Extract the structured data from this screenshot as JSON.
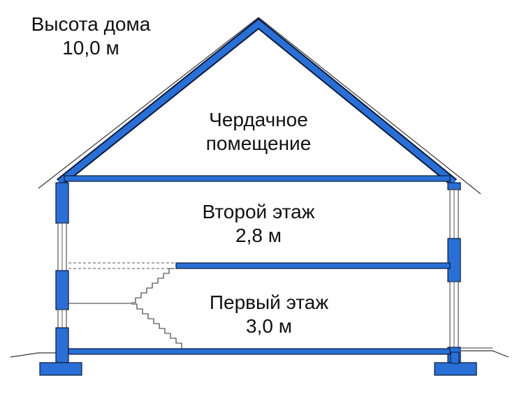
{
  "house_height": {
    "label": "Высота дома",
    "value": "10,0 м"
  },
  "attic": {
    "line1": "Чердачное",
    "line2": "помещение"
  },
  "second_floor": {
    "label": "Второй этаж",
    "height": "2,8 м"
  },
  "first_floor": {
    "label": "Первый этаж",
    "height": "3,0 м"
  },
  "colors": {
    "structure": "#2a6fd6",
    "outline": "#0a1a3a",
    "text": "#111111",
    "background": "#ffffff"
  }
}
